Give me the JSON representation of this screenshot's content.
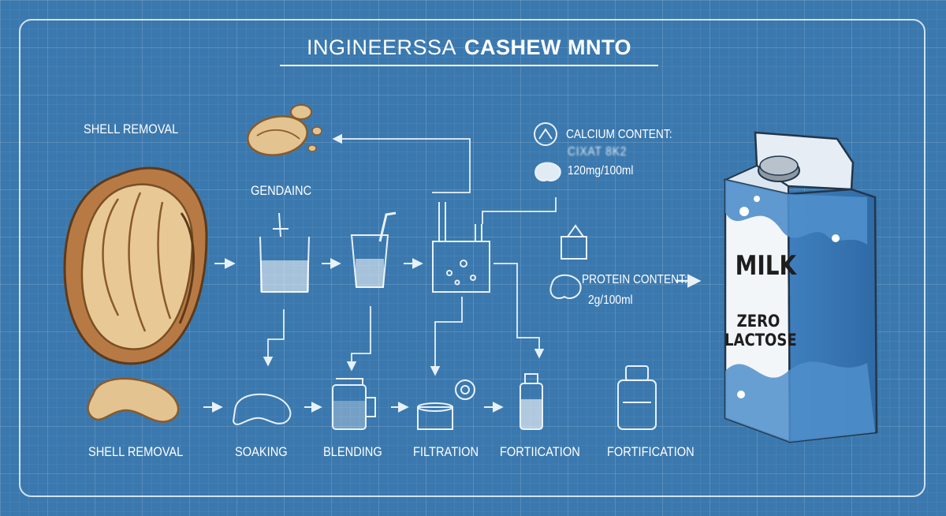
{
  "title": {
    "part1": "INGINEERSSA",
    "part2": "CASHEW MNTO"
  },
  "labels": {
    "shell_removal_top": "SHELL REMOVAL",
    "gendainc": "GENDAINC",
    "shell_removal_bottom": "SHELL REMOVAL",
    "soaking": "SOAKING",
    "blending": "BLENDING",
    "filtration": "FILTRATION",
    "fortiication": "FORTIICATION",
    "fortification": "FORTIFICATION"
  },
  "nutrition": {
    "calcium_label": "CALCIUM CONTENT:",
    "calcium_blur": "CIXAT 8K2",
    "calcium_value": "120mg/100ml",
    "protein_label": "PROTEIN CONTENT:",
    "protein_value": "2g/100ml"
  },
  "carton": {
    "milk": "MILK",
    "zero": "ZERO",
    "lactose": "LACTOSE"
  },
  "arrows": {
    "symbol": "⇒"
  },
  "colors": {
    "background": "#3a78ae",
    "line": "#e8f1fa",
    "cashew": "#e3c38f",
    "cashew_dark": "#8a5a2b",
    "carton_blue": "#4f8fcb",
    "carton_white": "#f3f6f9"
  }
}
